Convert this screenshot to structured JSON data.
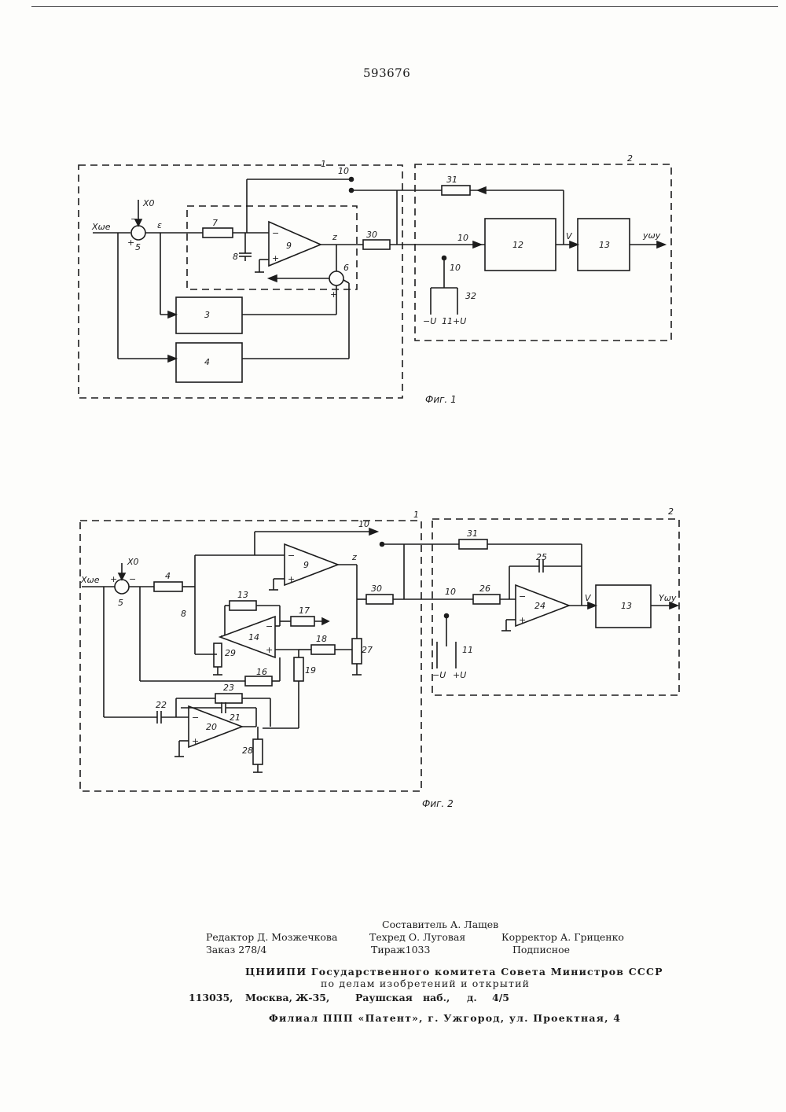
{
  "patent_number": "593676",
  "fig1": {
    "caption": "Фиг. 1",
    "labels": {
      "x_in": "Xωe",
      "x0": "X0",
      "eps": "ε",
      "z": "z",
      "v": "V",
      "y_out": "yωy",
      "minus": "−",
      "plus": "+",
      "minus_u": "−U",
      "plus_u": "+U",
      "n1": "1",
      "n2": "2",
      "n3": "3",
      "n4": "4",
      "n5": "5",
      "n6": "6",
      "n7": "7",
      "n8": "8",
      "n9": "9",
      "n10": "10",
      "n11": "11",
      "n12": "12",
      "n13": "13",
      "n30": "30",
      "n31": "31",
      "n32": "32"
    }
  },
  "fig2": {
    "caption": "Фиг. 2",
    "labels": {
      "x_in": "Xωe",
      "x0": "X0",
      "z": "z",
      "v": "V",
      "y_out": "Yωy",
      "minus": "−",
      "plus": "+",
      "minus_u": "−U",
      "plus_u": "+U",
      "n1": "1",
      "n2": "2",
      "n4": "4",
      "n5": "5",
      "n8": "8",
      "n9": "9",
      "n10": "10",
      "n11": "11",
      "n13": "13",
      "n14": "14",
      "n16": "16",
      "n17": "17",
      "n18": "18",
      "n19": "19",
      "n20": "20",
      "n21": "21",
      "n22": "22",
      "n23": "23",
      "n24": "24",
      "n25": "25",
      "n26": "26",
      "n27": "27",
      "n28": "28",
      "n29": "29",
      "n30": "30",
      "n31": "31"
    }
  },
  "imprint": {
    "compiler": "Составитель А. Лащев",
    "editor": "Редактор Д. Мозжечкова",
    "techred": "Техред О. Луговая",
    "corrector": "Корректор А. Гриценко",
    "order": "Заказ 278/4",
    "circulation": "Тираж1033",
    "subscription": "Подписное",
    "org_line1": "ЦНИИПИ Государственного комитета Совета Министров СССР",
    "org_line2": "по делам изобретений и открытий",
    "address": [
      "113035,",
      "Москва,",
      "Ж-35,",
      "Раушская",
      "наб.,",
      "д.",
      "4/5"
    ],
    "branch": "Филиал ППП «Патент», г. Ужгород, ул. Проектная, 4"
  }
}
